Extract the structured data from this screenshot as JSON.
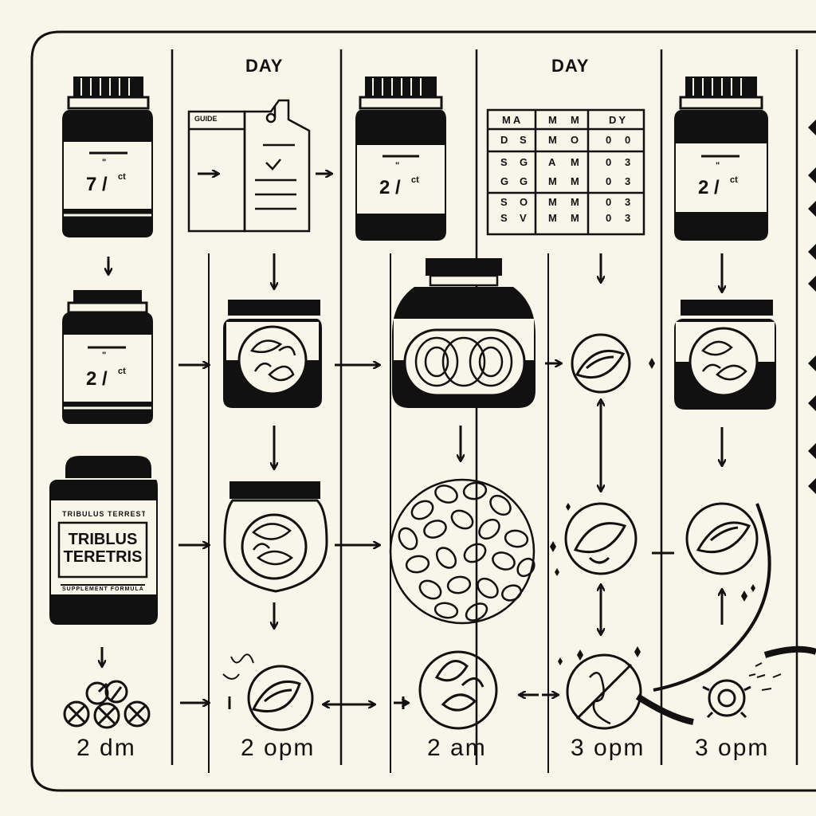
{
  "headers": {
    "day_1": "DAY",
    "day_2": "DAY"
  },
  "jars": {
    "jar_1_dose": "7 /",
    "jar_1_unit": "ct",
    "jar_2_dose": "2 /",
    "jar_2_unit": "ct",
    "jar_3_dose": "2 /",
    "jar_3_unit": "ct",
    "jar_4_dose": "2 /",
    "jar_4_unit": "ct",
    "jar_mark": "\"",
    "brand_line_1": "TRIBLUS",
    "brand_line_2": "TERETRIS",
    "brand_small_top": "TRIBULUS TERRESTRIS",
    "brand_small_bottom": "SUPPLEMENT FORMULA"
  },
  "document": {
    "title": "GUIDE"
  },
  "schedule": {
    "header": [
      "MA",
      "M",
      "M",
      "DY"
    ],
    "rows": [
      [
        "D",
        "S",
        "M",
        "O",
        "0",
        "0"
      ],
      [
        "S",
        "G",
        "A",
        "M",
        "0",
        "3"
      ],
      [
        "G",
        "G",
        "M",
        "M",
        "0",
        "3"
      ],
      [
        "S",
        "O",
        "M",
        "M",
        "0",
        "3"
      ],
      [
        "S",
        "V",
        "M",
        "M",
        "0",
        "3"
      ]
    ]
  },
  "times": {
    "t1": "2 dm",
    "t2": "2 opm",
    "t3": "2 am",
    "t4": "3 opm",
    "t5": "3 opm"
  },
  "colors": {
    "background": "#f8f6e9",
    "ink": "#111111"
  }
}
